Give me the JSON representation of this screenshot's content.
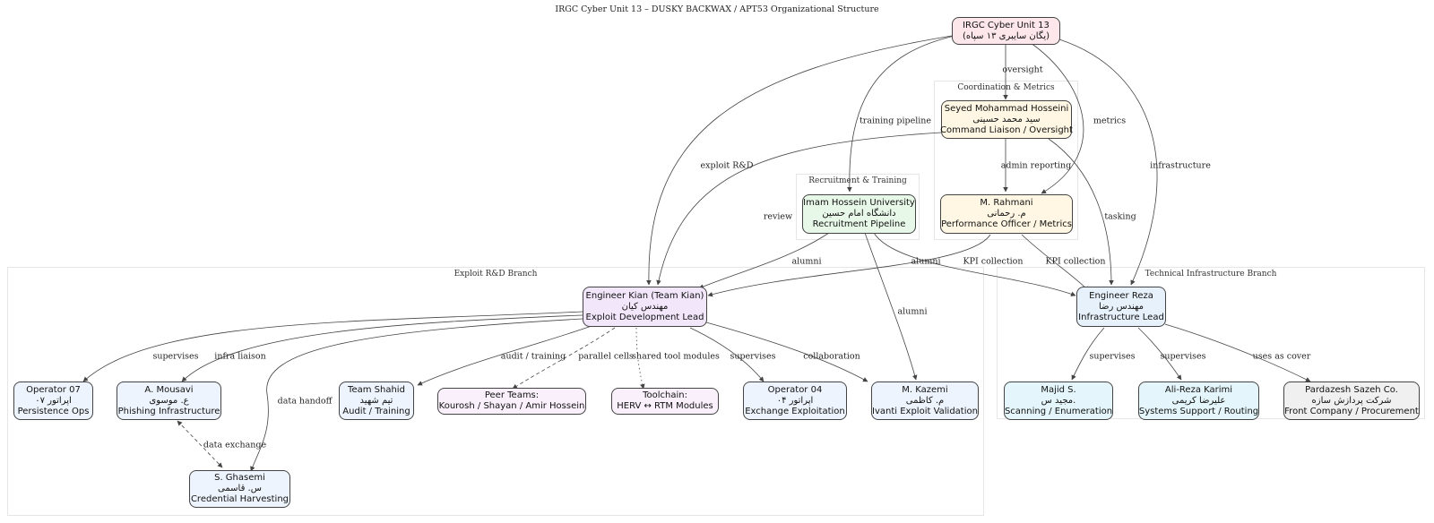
{
  "title": "IRGC Cyber Unit 13 – DUSKY BACKWAX / APT53 Organizational Structure",
  "clusters": {
    "coordination": "Coordination & Metrics",
    "recruitment": "Recruitment & Training",
    "exploit": "Exploit R&D Branch",
    "infrastructure": "Technical Infrastructure Branch"
  },
  "nodes": {
    "root": [
      "IRGC Cyber Unit 13",
      "(یگان سایبری ۱۳ سپاه)"
    ],
    "hosseini": [
      "Seyed Mohammad Hosseini",
      "سید محمد حسینی",
      "Command Liaison / Oversight"
    ],
    "rahmani": [
      "M. Rahmani",
      "م. رحمانی",
      "Performance Officer / Metrics"
    ],
    "imam": [
      "Imam Hossein University",
      "دانشگاه امام حسین",
      "Recruitment Pipeline"
    ],
    "kian": [
      "Engineer Kian (Team Kian)",
      "مهندس کیان",
      "Exploit Development Lead"
    ],
    "reza": [
      "Engineer Reza",
      "مهندس رضا",
      "Infrastructure Lead"
    ],
    "op07": [
      "Operator 07",
      "اپراتور ۰۷",
      "Persistence Ops"
    ],
    "mousavi": [
      "A. Mousavi",
      "ع. موسوی",
      "Phishing Infrastructure"
    ],
    "shahid": [
      "Team Shahid",
      "تیم شهید",
      "Audit / Training"
    ],
    "peer": [
      "Peer Teams:",
      "Kourosh / Shayan / Amir Hossein"
    ],
    "toolchain": [
      "Toolchain:",
      "HERV ↔ RTM Modules"
    ],
    "op04": [
      "Operator 04",
      "اپراتور ۰۴",
      "Exchange Exploitation"
    ],
    "kazemi": [
      "M. Kazemi",
      "م. کاظمی",
      "Ivanti Exploit Validation"
    ],
    "ghasemi": [
      "S. Ghasemi",
      "س. قاسمی",
      "Credential Harvesting"
    ],
    "majid": [
      "Majid S.",
      "مجید س.",
      "Scanning / Enumeration"
    ],
    "karimi": [
      "Ali-Reza Karimi",
      "علیرضا کریمی",
      "Systems Support / Routing"
    ],
    "pardazesh": [
      "Pardazesh Sazeh Co.",
      "شرکت پردازش سازه",
      "Front Company / Procurement"
    ]
  },
  "edge_labels": {
    "oversight": "oversight",
    "training_pipeline": "training pipeline",
    "metrics": "metrics",
    "exploit_rd": "exploit R&D",
    "admin_reporting": "admin reporting",
    "infrastructure": "infrastructure",
    "review": "review",
    "tasking": "tasking",
    "alumni_kian": "alumni",
    "alumni_reza": "alumni",
    "kpi_kian": "KPI collection",
    "kpi_reza": "KPI collection",
    "alumni_kazemi": "alumni",
    "supervises_op07": "supervises",
    "infra_liaison": "infra liaison",
    "data_handoff": "data handoff",
    "audit_training": "audit / training",
    "parallel_cells": "parallel cells",
    "shared_tool_modules": "shared tool modules",
    "supervises_op04": "supervises",
    "collaboration": "collaboration",
    "data_exchange": "data exchange",
    "supervises_majid": "supervises",
    "supervises_karimi": "supervises",
    "uses_as_cover": "uses as cover"
  }
}
